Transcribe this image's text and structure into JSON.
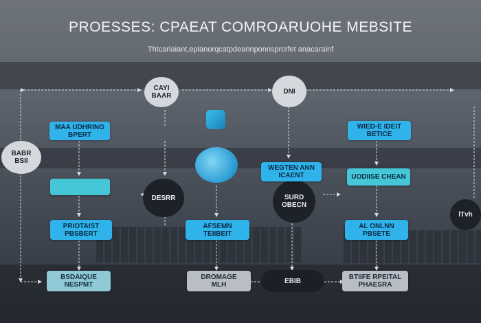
{
  "title": "PROESSES: CPAEAT COMROARUOHE MEBSITE",
  "subtitle": "Thtcariaiant,eplanorqcatpdeannponnsprcrfet anacarainf",
  "circles": {
    "top_left": "CAYI\nBAAR",
    "top_center": "DNI",
    "left": "BABR\nBSII",
    "mid_dark": "DESRR",
    "center_dark": "SURD\nOBECN",
    "right_icon": "lTvh"
  },
  "boxes": {
    "b1": "MAA UDHRING\nBPERT",
    "b2": "WIED-E IDEIT\nBETICE",
    "b3": "WEGTEN ANN\nICAENT",
    "b4": "UODIISE CHEAN",
    "b5": "PRIOTAIST\nPBSBERT",
    "b6": "AFSEMN\nTEIIBEIT",
    "b7": "AL ONLNN\nPBSETE",
    "b8": "BSDAIQUE\nNESPMT",
    "b9": "DROMAGE\nMLH",
    "b10": "BTIIFE RPEITAL\nPHAESRA",
    "b11": "EBIB"
  },
  "colors": {
    "box_blue": "#2fb3ea",
    "box_teal": "#45c7d8",
    "box_pale": "#8fc9d6",
    "box_grey": "#b9bec6",
    "line": "#d9dde2"
  }
}
